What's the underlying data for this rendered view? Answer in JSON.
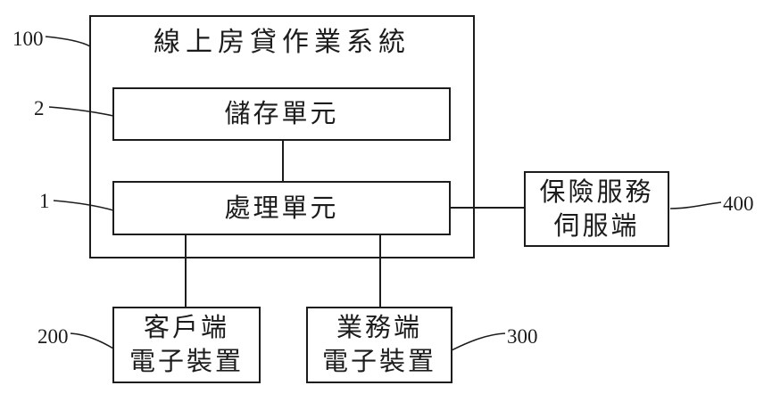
{
  "figure": {
    "system": {
      "ref": "100",
      "label": "線上房貸作業系統"
    },
    "storage_unit": {
      "ref": "2",
      "label": "儲存單元"
    },
    "processing_unit": {
      "ref": "1",
      "label": "處理單元"
    },
    "insurance_server": {
      "ref": "400",
      "lines": [
        "保險服務",
        "伺服端"
      ]
    },
    "client_device": {
      "ref": "200",
      "lines": [
        "客戶端",
        "電子裝置"
      ]
    },
    "business_device": {
      "ref": "300",
      "lines": [
        "業務端",
        "電子裝置"
      ]
    },
    "colors": {
      "line": "#1c1c1c",
      "background": "#ffffff",
      "box_fill": "#ffffff"
    }
  }
}
